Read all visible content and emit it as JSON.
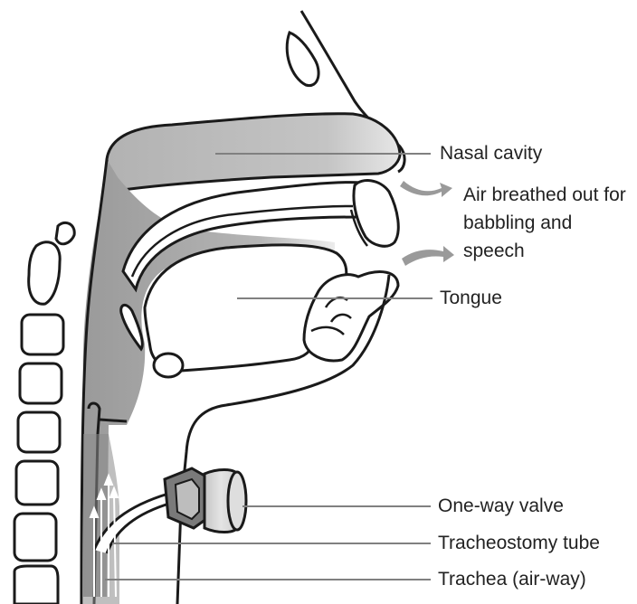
{
  "labels": {
    "nasal_cavity": "Nasal cavity",
    "air_breathed": "Air breathed out for babbling and speech",
    "tongue": "Tongue",
    "one_way_valve": "One-way valve",
    "tracheostomy_tube": "Tracheostomy tube",
    "trachea": "Trachea (air-way)"
  },
  "colors": {
    "outline": "#1a1a1a",
    "airway_fill": "#a8a8a8",
    "light_fill": "#d0d0d0",
    "valve_fill": "#d6d6d6",
    "leader_line": "#808080",
    "text": "#222222"
  }
}
